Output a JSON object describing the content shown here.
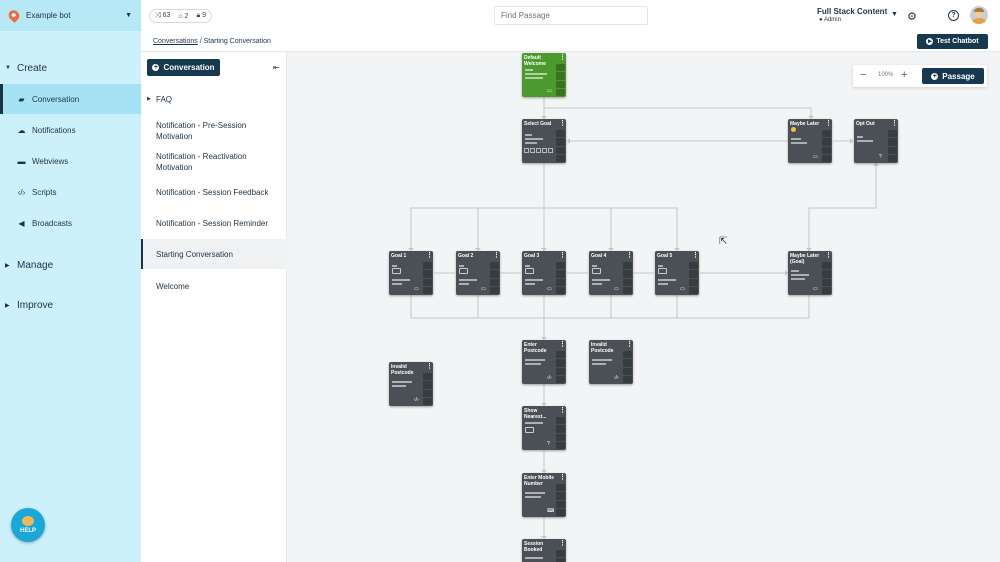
{
  "bot": {
    "name": "Example bot"
  },
  "stats": [
    {
      "icon": "shuffle-icon",
      "value": "63"
    },
    {
      "icon": "hierarchy-icon",
      "value": "2"
    },
    {
      "icon": "lock-icon",
      "value": "9"
    }
  ],
  "search": {
    "placeholder": "Find Passage"
  },
  "user": {
    "name": "Full Stack Content",
    "role": "Admin"
  },
  "breadcrumb": {
    "root": "Conversations",
    "separator": "/",
    "current": "Starting Conversation"
  },
  "buttons": {
    "test_chatbot": "Test Chatbot",
    "conversation": "Conversation",
    "passage": "Passage",
    "help": "HELP"
  },
  "zoom": {
    "value": "100%"
  },
  "sidebar": {
    "create": "Create",
    "manage": "Manage",
    "improve": "Improve",
    "items": [
      {
        "label": "Conversation",
        "icon": "chat-icon"
      },
      {
        "label": "Notifications",
        "icon": "cloud-icon"
      },
      {
        "label": "Webviews",
        "icon": "window-icon"
      },
      {
        "label": "Scripts",
        "icon": "code-icon"
      },
      {
        "label": "Broadcasts",
        "icon": "megaphone-icon"
      }
    ]
  },
  "passages": [
    {
      "label": "FAQ"
    },
    {
      "label": "Notification - Pre-Session Motivation"
    },
    {
      "label": "Notification - Reactivation Motivation"
    },
    {
      "label": "Notification - Session Feedback"
    },
    {
      "label": "Notification - Session Reminder"
    },
    {
      "label": "Starting Conversation"
    },
    {
      "label": "Welcome"
    }
  ],
  "nodes": [
    {
      "title": "Default Welcome",
      "color": "#4c9a2e"
    },
    {
      "title": "Select Goal"
    },
    {
      "title": "Maybe Later"
    },
    {
      "title": "Opt Out"
    },
    {
      "title": "Goal 1"
    },
    {
      "title": "Goal 2"
    },
    {
      "title": "Goal 3"
    },
    {
      "title": "Goal 4"
    },
    {
      "title": "Goal 5"
    },
    {
      "title": "Maybe Later (Goal)"
    },
    {
      "title": "Enter Postcode"
    },
    {
      "title": "Invalid Postcode"
    },
    {
      "title": "Invalid Postcode"
    },
    {
      "title": "Show Nearest..."
    },
    {
      "title": "Enter Mobile Number"
    },
    {
      "title": "Session Booked"
    }
  ]
}
